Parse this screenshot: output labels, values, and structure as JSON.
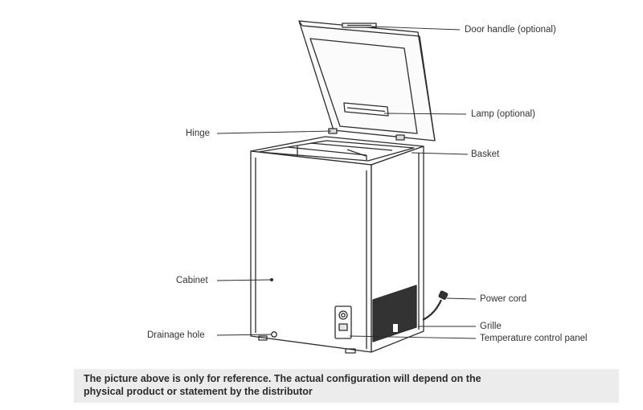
{
  "labels": {
    "door_handle": "Door handle (optional)",
    "lamp": "Lamp (optional)",
    "hinge": "Hinge",
    "basket": "Basket",
    "cabinet": "Cabinet",
    "power_cord": "Power cord",
    "drainage_hole": "Drainage hole",
    "grille": "Grille",
    "temperature_control_panel": "Temperature control panel"
  },
  "note": {
    "line1": "The picture above is only for reference. The actual configuration will depend on the",
    "line2": "physical product or statement by the distributor"
  },
  "colors": {
    "stroke": "#2d2d2d",
    "note_background": "#ececec"
  }
}
